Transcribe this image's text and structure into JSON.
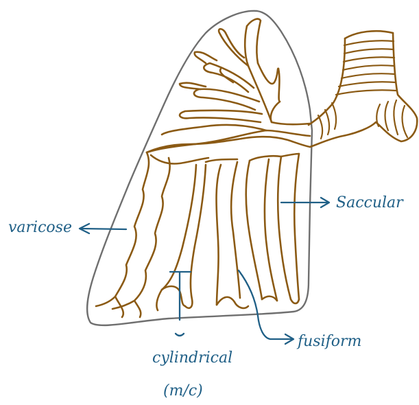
{
  "labels": {
    "saccular": "Saccular",
    "varicose": "varicose",
    "cylindrical": "cylindrical",
    "cylindrical_note": "(m/c)",
    "fusiform": "fusiform"
  },
  "colors": {
    "lung_outline": "#6f6f6f",
    "airways": "#8b5a14",
    "annotation": "#1f5f86"
  }
}
